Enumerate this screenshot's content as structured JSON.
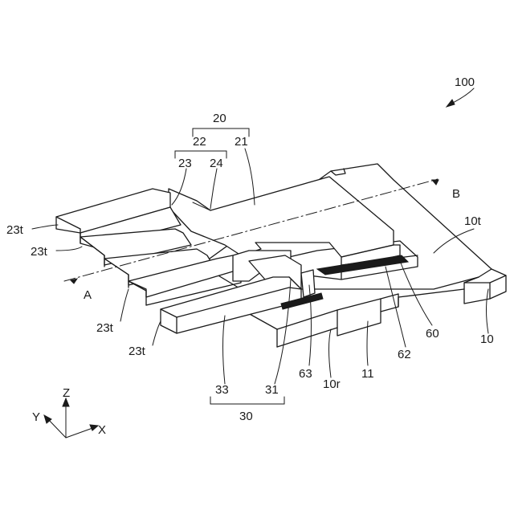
{
  "labels": {
    "l100": "100",
    "l20": "20",
    "l22": "22",
    "l21": "21",
    "l23": "23",
    "l24": "24",
    "l23t_a": "23t",
    "l23t_b": "23t",
    "l23t_c": "23t",
    "l23t_d": "23t",
    "lA": "A",
    "lB": "B",
    "l10t": "10t",
    "l10": "10",
    "l60": "60",
    "l62": "62",
    "l11": "11",
    "l10r": "10r",
    "l63": "63",
    "l31": "31",
    "l33": "33",
    "l30": "30"
  },
  "axes": {
    "z": "Z",
    "y": "Y",
    "x": "X"
  }
}
